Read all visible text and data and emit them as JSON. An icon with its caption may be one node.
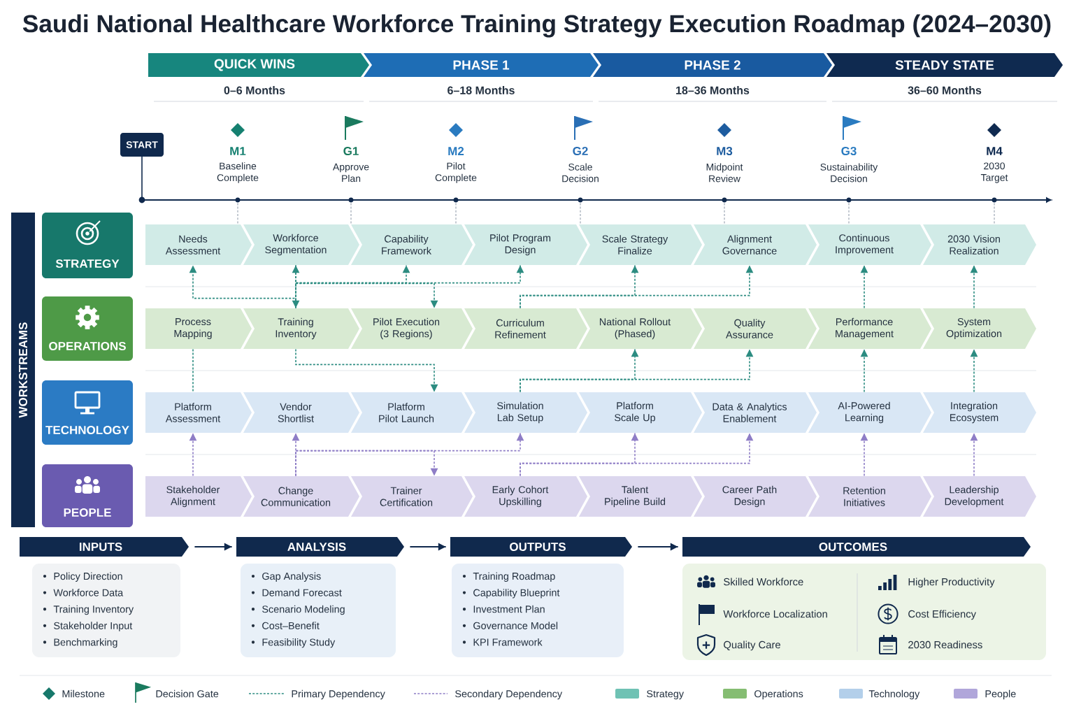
{
  "diagram": {
    "title": "Saudi National Healthcare Workforce Training Strategy Execution Roadmap (2024–2030)",
    "nodes": [
      {
        "text": [
          "QUICK WINS"
        ],
        "beside": [
          "0–6 Months"
        ]
      },
      {
        "text": [
          "PHASE 1"
        ],
        "beside": [
          "6–18 Months"
        ]
      },
      {
        "text": [
          "PHASE 2"
        ],
        "beside": [
          "18–36 Months"
        ]
      },
      {
        "text": [
          "STEADY STATE"
        ],
        "beside": [
          "36–60 Months"
        ]
      },
      {
        "text": [
          "START"
        ]
      },
      {
        "text": [
          "M1",
          "Baseline Complete"
        ]
      },
      {
        "text": [
          "G1",
          "Approve Plan"
        ]
      },
      {
        "text": [
          "M2",
          "Pilot Complete"
        ]
      },
      {
        "text": [
          "G2",
          "Scale Decision"
        ]
      },
      {
        "text": [
          "M3",
          "Midpoint Review"
        ]
      },
      {
        "text": [
          "G3",
          "Sustainability Decision"
        ]
      },
      {
        "text": [
          "M4",
          "2030 Target"
        ]
      },
      {
        "text": [
          "WORKSTREAMS"
        ]
      },
      {
        "text": [
          "STRATEGY"
        ]
      },
      {
        "text": [
          "OPERATIONS"
        ]
      },
      {
        "text": [
          "TECHNOLOGY"
        ]
      },
      {
        "text": [
          "PEOPLE"
        ]
      },
      {
        "text": [
          "Needs Assessment"
        ]
      },
      {
        "text": [
          "Workforce Segmentation"
        ]
      },
      {
        "text": [
          "Capability Framework"
        ]
      },
      {
        "text": [
          "Pilot Program Design"
        ]
      },
      {
        "text": [
          "Scale Strategy Finalize"
        ]
      },
      {
        "text": [
          "Alignment Governance"
        ]
      },
      {
        "text": [
          "Continuous Improvement"
        ]
      },
      {
        "text": [
          "2030 Vision Realization"
        ]
      },
      {
        "text": [
          "Process Mapping"
        ]
      },
      {
        "text": [
          "Training Inventory"
        ]
      },
      {
        "text": [
          "Pilot Execution (3 Regions)"
        ]
      },
      {
        "text": [
          "Curriculum Refinement"
        ]
      },
      {
        "text": [
          "National Rollout (Phased)"
        ]
      },
      {
        "text": [
          "Quality Assurance"
        ]
      },
      {
        "text": [
          "Performance Management"
        ]
      },
      {
        "text": [
          "System Optimization"
        ]
      },
      {
        "text": [
          "Platform Assessment"
        ]
      },
      {
        "text": [
          "Vendor Shortlist"
        ]
      },
      {
        "text": [
          "Platform Pilot Launch"
        ]
      },
      {
        "text": [
          "Simulation Lab Setup"
        ]
      },
      {
        "text": [
          "Platform Scale Up"
        ]
      },
      {
        "text": [
          "Data & Analytics Enablement"
        ]
      },
      {
        "text": [
          "AI-Powered Learning"
        ]
      },
      {
        "text": [
          "Integration Ecosystem"
        ]
      },
      {
        "text": [
          "Stakeholder Alignment"
        ]
      },
      {
        "text": [
          "Change Communication"
        ]
      },
      {
        "text": [
          "Trainer Certification"
        ]
      },
      {
        "text": [
          "Early Cohort Upskilling"
        ]
      },
      {
        "text": [
          "Talent Pipeline Build"
        ]
      },
      {
        "text": [
          "Career Path Design"
        ]
      },
      {
        "text": [
          "Retention Initiatives"
        ]
      },
      {
        "text": [
          "Leadership Development"
        ]
      },
      {
        "text": [
          "INPUTS"
        ]
      },
      {
        "text": [
          "Policy Direction",
          "Workforce Data",
          "Training Inventory",
          "Stakeholder Input",
          "Benchmarking"
        ]
      },
      {
        "text": [
          "ANALYSIS"
        ]
      },
      {
        "text": [
          "Gap Analysis",
          "Demand Forecast",
          "Scenario Modeling",
          "Cost–Benefit",
          "Feasibility Study"
        ]
      },
      {
        "text": [
          "OUTPUTS"
        ]
      },
      {
        "text": [
          "Training Roadmap",
          "Capability Blueprint",
          "Investment Plan",
          "Governance Model",
          "KPI Framework"
        ]
      },
      {
        "text": [
          "OUTCOMES"
        ]
      },
      {
        "text": [
          "Skilled Workforce",
          "Workforce Localization",
          "Quality Care",
          "Higher Productivity",
          "Cost Efficiency",
          "2030 Readiness"
        ]
      }
    ],
    "edges": [
      {
        "from": 26,
        "to": 17,
        "arrow": "to",
        "style": "dashed"
      },
      {
        "from": 18,
        "to": 26,
        "arrow": "both",
        "style": "dashed"
      },
      {
        "from": 26,
        "to": 19,
        "arrow": "to",
        "style": "dashed"
      },
      {
        "from": 26,
        "to": 20,
        "arrow": "to",
        "style": "dashed"
      },
      {
        "from": 18,
        "to": 27,
        "arrow": "to",
        "style": "dashed"
      },
      {
        "from": 28,
        "to": 21,
        "arrow": "to",
        "style": "dashed"
      },
      {
        "from": 28,
        "to": 22,
        "arrow": "to",
        "style": "dashed"
      },
      {
        "from": 31,
        "to": 23,
        "arrow": "to",
        "style": "dashed"
      },
      {
        "from": 32,
        "to": 24,
        "arrow": "to",
        "style": "dashed"
      },
      {
        "from": 25,
        "to": 33,
        "arrow": "none",
        "style": "dashed"
      },
      {
        "from": 26,
        "to": 35,
        "arrow": "to",
        "style": "dashed"
      },
      {
        "from": 36,
        "to": 29,
        "arrow": "to",
        "style": "dashed"
      },
      {
        "from": 36,
        "to": 30,
        "arrow": "to",
        "style": "dashed"
      },
      {
        "from": 39,
        "to": 31,
        "arrow": "to",
        "style": "dashed"
      },
      {
        "from": 40,
        "to": 32,
        "arrow": "to",
        "style": "dashed"
      },
      {
        "from": 41,
        "to": 33,
        "arrow": "to",
        "style": "dashed",
        "color": "#8e7dc6"
      },
      {
        "from": 42,
        "to": 34,
        "arrow": "to",
        "style": "dashed",
        "color": "#8e7dc6"
      },
      {
        "from": 42,
        "to": 36,
        "arrow": "to",
        "style": "dashed",
        "color": "#8e7dc6"
      },
      {
        "from": 42,
        "to": 43,
        "arrow": "to",
        "style": "dashed",
        "color": "#8e7dc6"
      },
      {
        "from": 44,
        "to": 37,
        "arrow": "to",
        "style": "dashed",
        "color": "#8e7dc6"
      },
      {
        "from": 44,
        "to": 38,
        "arrow": "to",
        "style": "dashed",
        "color": "#8e7dc6"
      },
      {
        "from": 47,
        "to": 39,
        "arrow": "to",
        "style": "dashed",
        "color": "#8e7dc6"
      },
      {
        "from": 48,
        "to": 40,
        "arrow": "to",
        "style": "dashed",
        "color": "#8e7dc6"
      },
      {
        "from": 49,
        "to": 51,
        "arrow": "to",
        "color": "#10294d"
      },
      {
        "from": 51,
        "to": 53,
        "arrow": "to",
        "color": "#10294d"
      },
      {
        "from": 53,
        "to": 55,
        "arrow": "to",
        "color": "#10294d"
      },
      {
        "from": 5,
        "to": 17,
        "arrow": "none",
        "style": "dashed",
        "color": "#8a96a6"
      },
      {
        "from": 6,
        "to": 19,
        "arrow": "none",
        "style": "dashed",
        "color": "#8a96a6"
      },
      {
        "from": 7,
        "to": 19,
        "arrow": "none",
        "style": "dashed",
        "color": "#8a96a6"
      },
      {
        "from": 8,
        "to": 21,
        "arrow": "none",
        "style": "dashed",
        "color": "#8a96a6"
      },
      {
        "from": 9,
        "to": 22,
        "arrow": "none",
        "style": "dashed",
        "color": "#8a96a6"
      },
      {
        "from": 10,
        "to": 23,
        "arrow": "none",
        "style": "dashed",
        "color": "#8a96a6"
      },
      {
        "from": 11,
        "to": 24,
        "arrow": "none",
        "style": "dashed",
        "color": "#8a96a6"
      }
    ],
    "legend": [
      {
        "text": "Milestone"
      },
      {
        "text": "Decision Gate"
      },
      {
        "text": "Primary Dependency"
      },
      {
        "text": "Secondary Dependency"
      },
      {
        "text": "Strategy",
        "color": "#6fc2b4"
      },
      {
        "text": "Operations",
        "color": "#85bd72"
      },
      {
        "text": "Technology",
        "color": "#b3cfea"
      },
      {
        "text": "People",
        "color": "#b0a6da"
      }
    ]
  }
}
